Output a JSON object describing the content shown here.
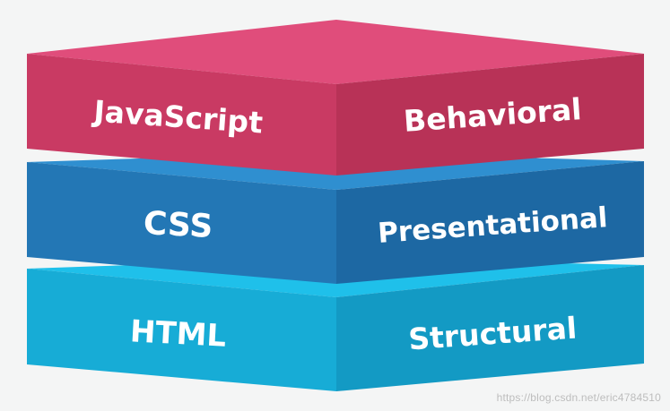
{
  "layers": [
    {
      "id": "javascript",
      "left_label": "JavaScript",
      "right_label": "Behavioral",
      "colors": {
        "top": "#e04d7b",
        "left": "#c93a63",
        "right": "#b83257"
      }
    },
    {
      "id": "css",
      "left_label": "CSS",
      "right_label": "Presentational",
      "colors": {
        "top": "#2f8fd0",
        "left": "#2377b5",
        "right": "#1d68a3"
      }
    },
    {
      "id": "html",
      "left_label": "HTML",
      "right_label": "Structural",
      "colors": {
        "top": "#1fc0ea",
        "left": "#17acd6",
        "right": "#139ac4"
      }
    }
  ],
  "watermark": "https://blog.csdn.net/eric4784510"
}
